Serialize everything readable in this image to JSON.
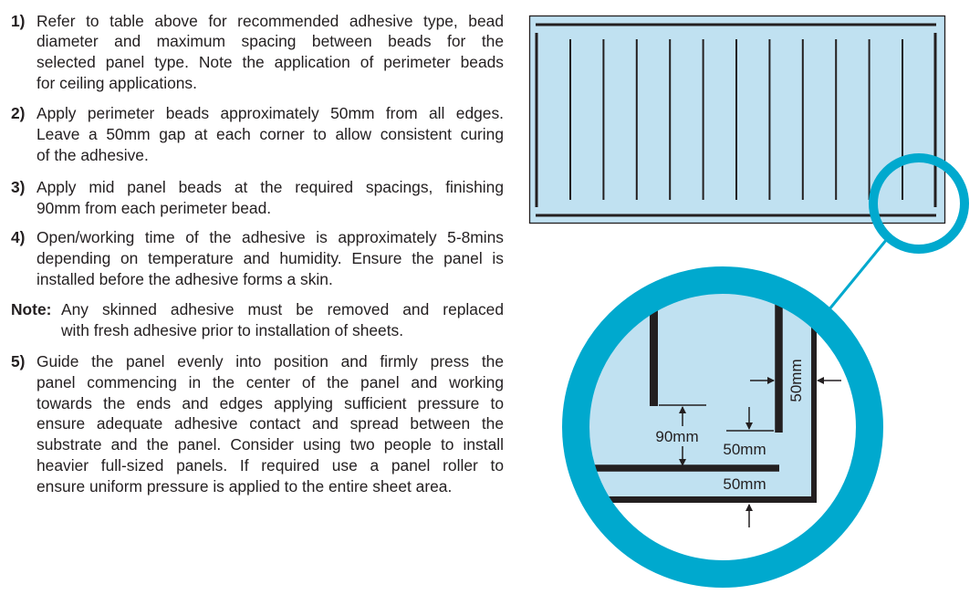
{
  "instructions": [
    {
      "num": "1)",
      "lines": [
        "Refer to table above for recommended adhesive type, bead",
        "diameter and maximum spacing between beads for the",
        "selected panel type. Note the application of perimeter beads",
        "for ceiling applications."
      ]
    },
    {
      "num": "2)",
      "lines": [
        "Apply perimeter beads approximately 50mm from all edges.",
        "Leave a 50mm gap at each corner to allow consistent curing",
        "of the adhesive."
      ]
    },
    {
      "num": "3)",
      "lines": [
        "Apply mid panel beads at the required spacings, finishing",
        "90mm from each perimeter bead."
      ]
    },
    {
      "num": "4)",
      "lines": [
        "Open/working time of the adhesive is approximately 5-8mins",
        "depending on temperature and humidity. Ensure the panel is",
        "installed before the adhesive forms a skin."
      ]
    },
    {
      "num": "Note:",
      "lines": [
        "Any skinned adhesive must be removed and replaced",
        "with fresh adhesive prior to installation of sheets."
      ]
    },
    {
      "num": "5)",
      "lines": [
        "Guide the panel evenly into position and firmly press the",
        "panel commencing in the center of the panel and working",
        "towards the ends and edges applying sufficient pressure to",
        "ensure adequate adhesive contact and spread between the",
        "substrate and the panel. Consider using two people to install",
        "heavier full-sized panels. If required use a panel roller to",
        "ensure uniform pressure is applied to the entire sheet area."
      ]
    }
  ],
  "diagram": {
    "mid_bead_count": 11,
    "labels": {
      "mid_to_perimeter": "90mm",
      "corner_gap": "50mm",
      "bottom_edge_offset": "50mm",
      "side_edge_offset": "50mm"
    },
    "colors": {
      "panel_fill": "#c0e1f1",
      "magnifier": "#00a9ce",
      "bead": "#231f20"
    }
  }
}
